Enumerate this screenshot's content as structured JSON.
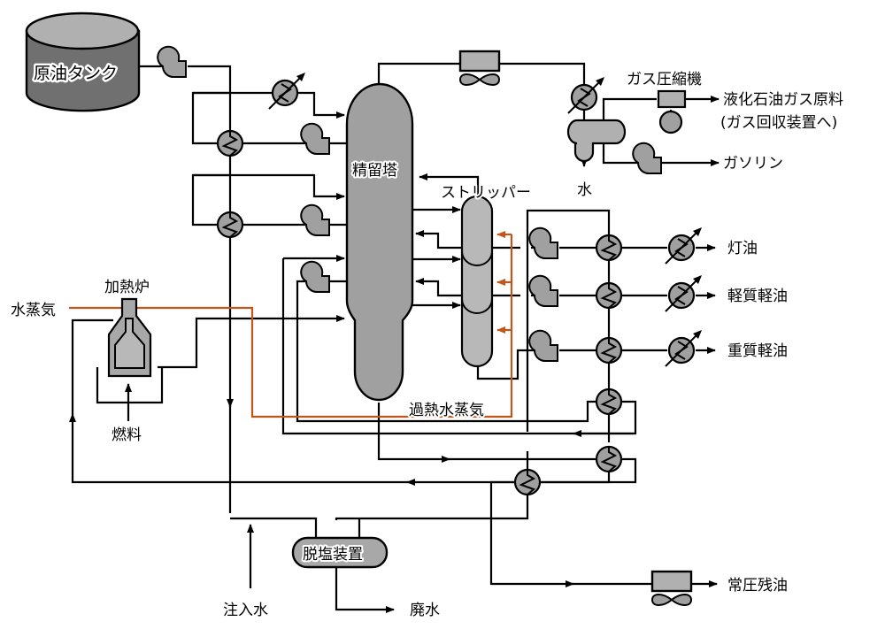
{
  "diagram": {
    "title": "常圧蒸留装置 プロセスフロー",
    "colors": {
      "line": "#000000",
      "steam_line": "#c0561a",
      "equipment_dark": "#707070",
      "equipment_mid": "#a0a0a0",
      "equipment_light": "#b8b8b8"
    },
    "equipment": {
      "crude_tank": "原油タンク",
      "column": "精留塔",
      "stripper": "ストリッパー",
      "furnace": "加熱炉",
      "desalter": "脱塩装置",
      "gas_compressor": "ガス圧縮機"
    },
    "inputs": {
      "steam": "水蒸気",
      "fuel": "燃料",
      "injection_water": "注入水",
      "superheated_steam": "過熱水蒸気"
    },
    "products": {
      "lpg_line1": "液化石油ガス原料",
      "lpg_line2": "(ガス回収装置へ)",
      "gasoline": "ガソリン",
      "water": "水",
      "kerosene": "灯油",
      "light_gas_oil": "軽質軽油",
      "heavy_gas_oil": "重質軽油",
      "atmospheric_residue": "常圧残油",
      "waste_water": "廃水"
    }
  }
}
